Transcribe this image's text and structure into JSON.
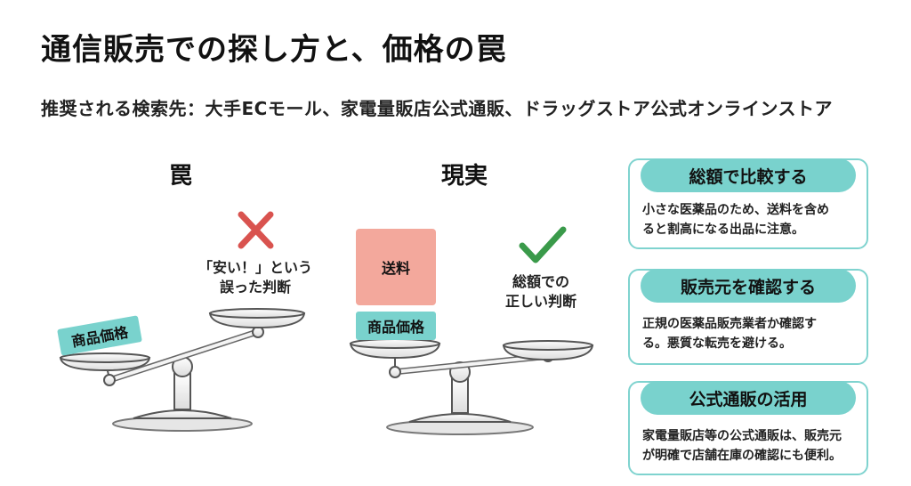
{
  "title": "通信販売での探し方と、価格の罠",
  "subtitle": "推奨される検索先：大手ECモール、家電量販店公式通販、ドラッグストア公式オンラインストア",
  "left_scale": {
    "heading": "罠",
    "tag": "商品価格",
    "note_line1": "「安い！」という",
    "note_line2": "誤った判断",
    "mark": "cross-icon"
  },
  "right_scale": {
    "heading": "現実",
    "top_block": "送料",
    "bottom_block": "商品価格",
    "note_line1": "総額での",
    "note_line2": "正しい判断",
    "mark": "check-icon"
  },
  "cards": [
    {
      "title": "総額で比較する",
      "line1": "小さな医薬品のため、送料を含め",
      "line2": "ると割高になる出品に注意。"
    },
    {
      "title": "販売元を確認する",
      "line1": "正規の医薬品販売業者か確認す",
      "line2": "る。悪質な転売を避ける。"
    },
    {
      "title": "公式通販の活用",
      "line1": "家電量販店等の公式通販は、販売元",
      "line2": "が明確で店舗在庫の確認にも便利。"
    }
  ],
  "colors": {
    "teal": "#79d2cd",
    "salmon": "#f3a89c",
    "red": "#d9534f",
    "green": "#3a9a4a"
  }
}
